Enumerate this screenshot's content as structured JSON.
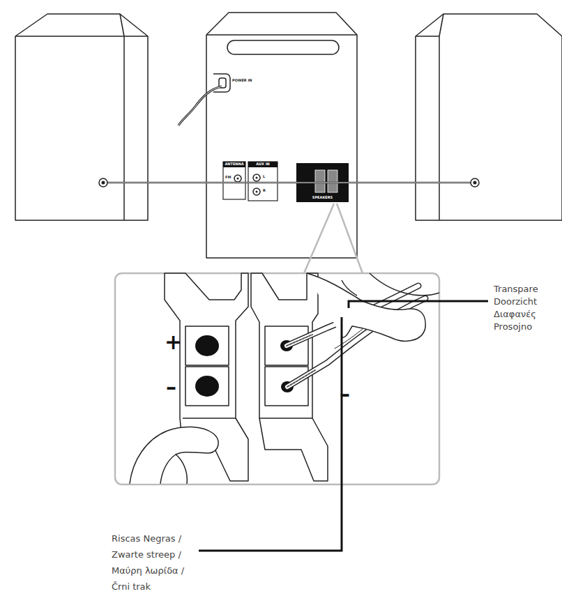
{
  "diagram": {
    "labels": [
      "POWER IN",
      "ANTENNA",
      "FM",
      "AUX IN",
      "L",
      "R",
      "SPEAKERS",
      "+",
      "–",
      "–",
      "Transpare",
      "Doorzicht",
      "Διαφανές",
      "Prosojno",
      "Riscas Negras /",
      "Zwarte streep /",
      "Μαύρη λωρίδα /",
      "Črni trak"
    ]
  }
}
